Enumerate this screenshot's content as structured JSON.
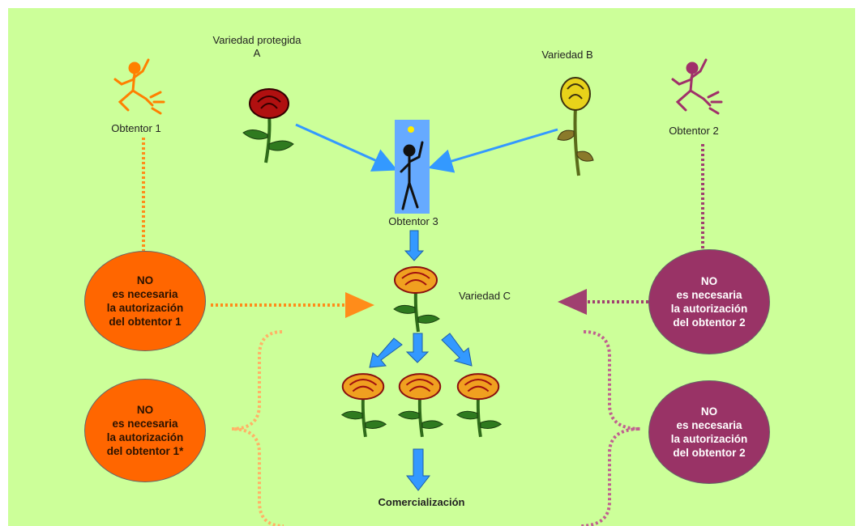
{
  "labels": {
    "variety_a": "Variedad protegida A",
    "variety_b": "Variedad B",
    "variety_c": "Variedad C",
    "breeder_1": "Obtentor 1",
    "breeder_2": "Obtentor 2",
    "breeder_3": "Obtentor 3",
    "commercialization": "Comercialización"
  },
  "circles": {
    "left_top": [
      "NO",
      "es necesaria",
      "la autorización",
      "del obtentor 1"
    ],
    "right_top": [
      "NO",
      "es necesaria",
      "la autorización",
      "del obtentor 2"
    ],
    "left_bottom": [
      "NO",
      "es necesaria",
      "la autorización",
      "del obtentor 1*"
    ],
    "right_bottom": [
      "NO",
      "es necesaria",
      "la autorización",
      "del obtentor 2"
    ]
  },
  "colors": {
    "background": "#ccff99",
    "orange": "#ff6600",
    "purple": "#993366",
    "arrow_blue": "#3399ff",
    "highlight_blue": "#66aaff"
  },
  "icons": [
    "breeder-1-icon",
    "breeder-2-icon",
    "breeder-3-icon",
    "red-rose-icon",
    "yellow-rose-icon",
    "rose-c-icon"
  ]
}
